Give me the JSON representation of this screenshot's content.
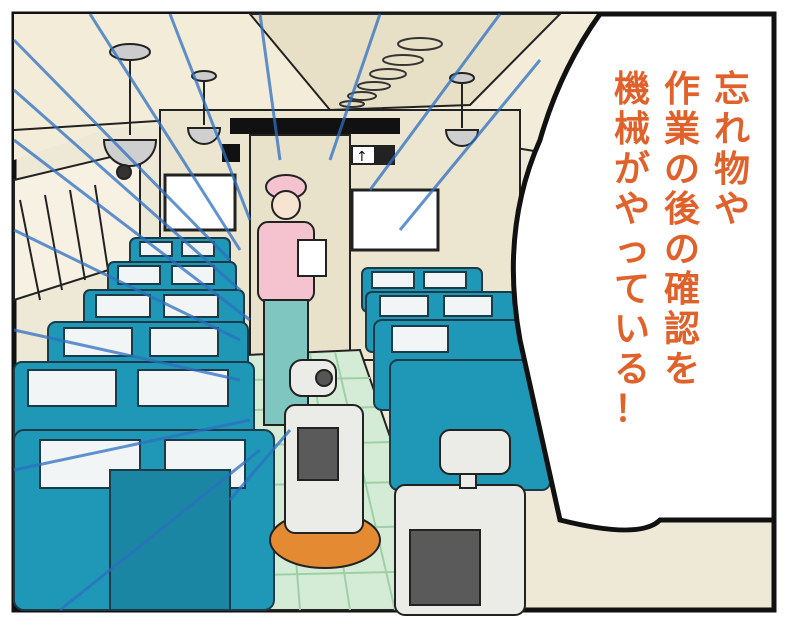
{
  "speech_bubble": {
    "lines": [
      "忘れ物や",
      "作業の後の確認を",
      "機械がやっている！"
    ]
  },
  "train_interior": {
    "door_indicator_arrow": "↑"
  },
  "colors": {
    "text_accent": "#e0612a",
    "seat_blue": "#1f97b6",
    "seat_cover": "#f2f5f6",
    "wall": "#eee8d6",
    "ceiling": "#f3ecd8",
    "scan_lines": "#2d6fc2",
    "floor": "#d4ecd6",
    "worker_jacket": "#f4c3cf",
    "worker_pants": "#7fc6c1",
    "robot_body": "#ebebe7",
    "robot_base": "#e38a33"
  }
}
